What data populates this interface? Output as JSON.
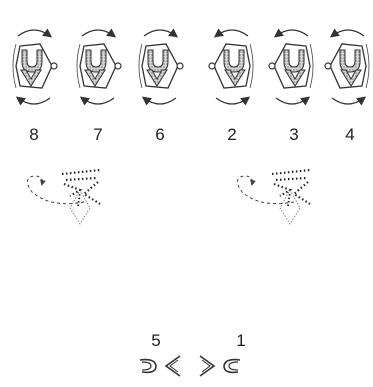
{
  "top_row": {
    "left_group": [
      {
        "label": "8",
        "hinge": "right"
      },
      {
        "label": "7",
        "hinge": "right"
      },
      {
        "label": "6",
        "hinge": "right"
      }
    ],
    "right_group": [
      {
        "label": "2",
        "hinge": "left"
      },
      {
        "label": "3",
        "hinge": "left"
      },
      {
        "label": "4",
        "hinge": "left"
      }
    ]
  },
  "middle_row": [
    {
      "name": "left-rotation-outline"
    },
    {
      "name": "right-rotation-outline"
    }
  ],
  "bottom_row": [
    {
      "label": "5"
    },
    {
      "label": "1"
    }
  ],
  "colors": {
    "stroke": "#333333",
    "hatch": "#9a9a9a",
    "dotted": "#222222",
    "dashed": "#444444"
  }
}
